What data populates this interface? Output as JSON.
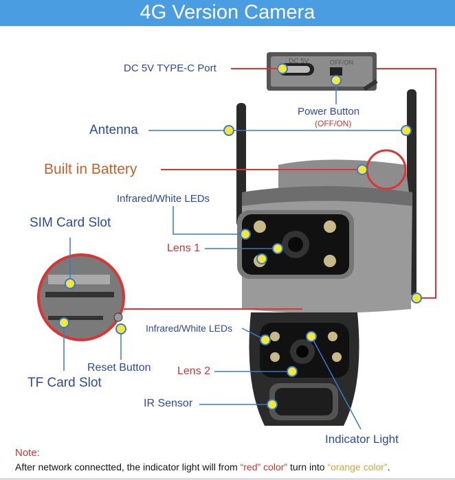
{
  "title": "4G Version Camera",
  "labels": {
    "typec": "DC 5V TYPE-C Port",
    "power": "Power Button",
    "power_sub": "(OFF/ON)",
    "antenna": "Antenna",
    "battery": "Built in Battery",
    "leds_top": "Infrared/White LEDs",
    "sim": "SIM Card Slot",
    "lens1": "Lens 1",
    "leds_bottom": "Infrared/White LEDs",
    "reset": "Reset Button",
    "lens2": "Lens 2",
    "tf": "TF Card Slot",
    "ir": "IR Sensor",
    "indicator": "Indicator Light"
  },
  "port_panel": {
    "dc": "DC 5V",
    "onoff": "OFF/ON"
  },
  "note": {
    "heading": "Note:",
    "prefix": "After network connectted, the indicator light will from ",
    "red": "“red” color”",
    "middle": " turn into ",
    "orange": "“orange color”",
    "suffix": "."
  },
  "colors": {
    "banner": "#4a9de0",
    "label_blue": "#2b4a9a",
    "red": "#c8352d",
    "dot": "#f3e73a"
  }
}
